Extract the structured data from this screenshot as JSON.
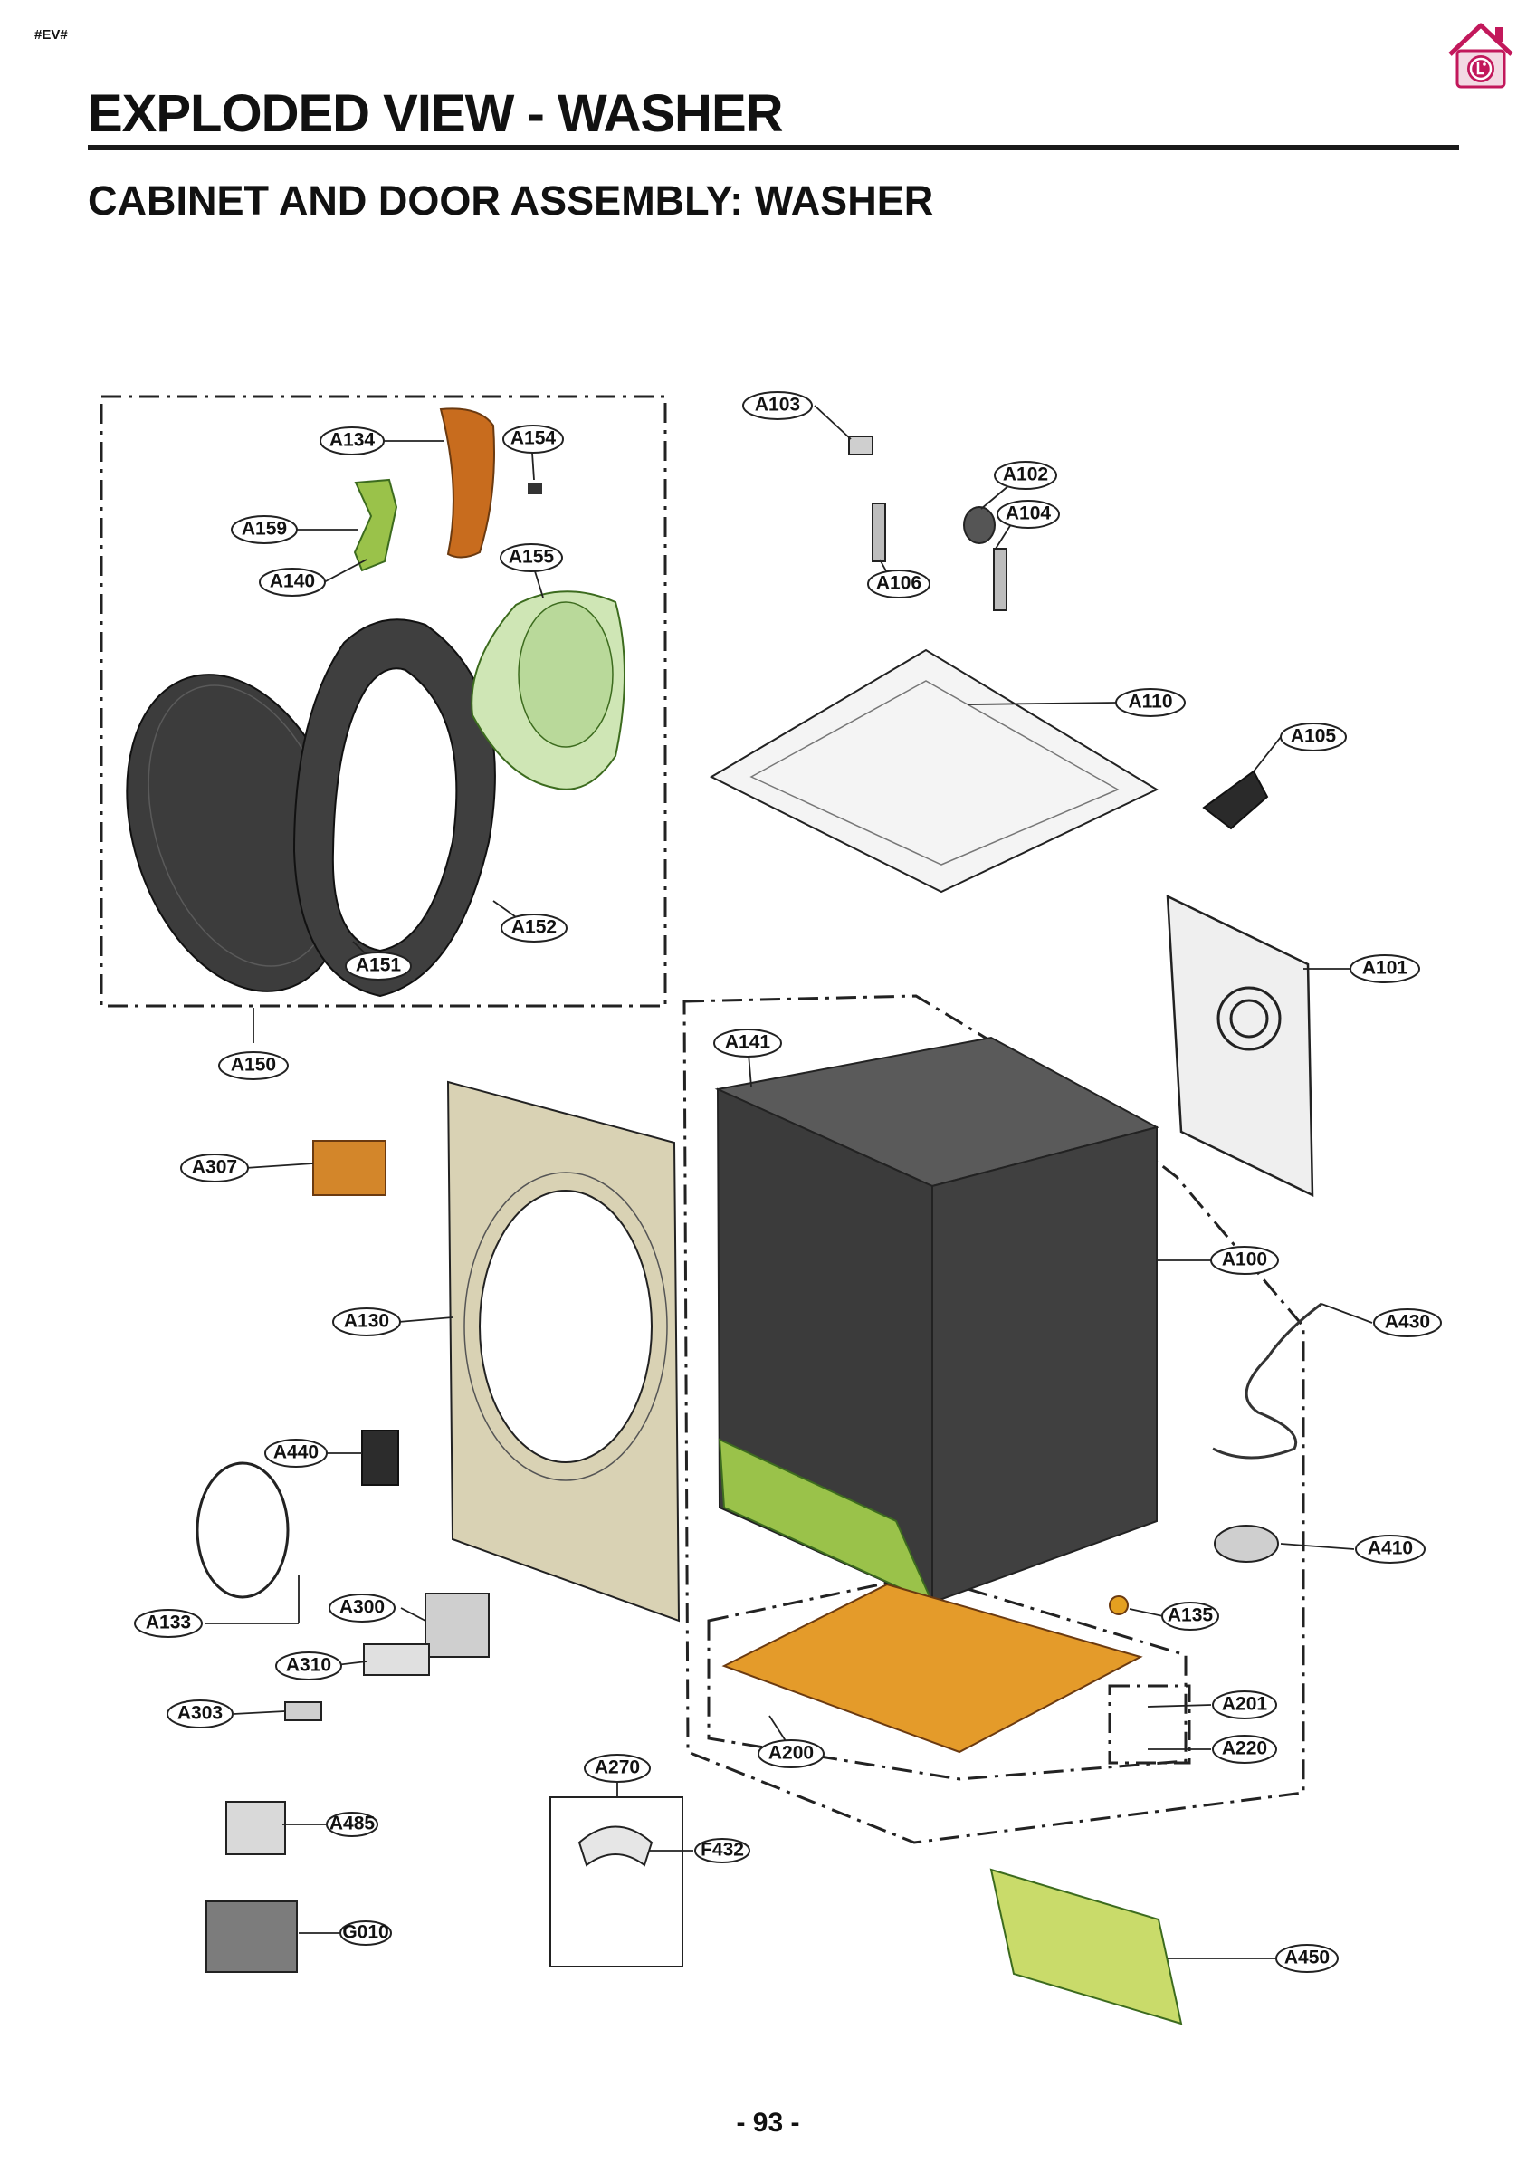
{
  "header": {
    "tag": "#EV#",
    "home_icon": "lg-home-icon",
    "accent_color": "#c2185b"
  },
  "title": "EXPLODED VIEW - WASHER",
  "subtitle": "CABINET AND DOOR ASSEMBLY: WASHER",
  "diagram": {
    "part_colors": {
      "door_glass": "#3c3c3c",
      "door_frame": "#3f3f3f",
      "door_bowl": "#cfe6b5",
      "handle_cover": "#c86c1e",
      "hinge": "#9ac24a",
      "front_panel": "#d9d2b4",
      "cabinet": "#3b3b3b",
      "base": "#e49b2a",
      "pcb": "#c9db6a"
    },
    "parts": {
      "A103": "A103",
      "A102": "A102",
      "A104": "A104",
      "A106": "A106",
      "A110": "A110",
      "A105": "A105",
      "A101": "A101",
      "A134": "A134",
      "A154": "A154",
      "A159": "A159",
      "A140": "A140",
      "A155": "A155",
      "A152": "A152",
      "A151": "A151",
      "A150": "A150",
      "A141": "A141",
      "A307": "A307",
      "A130": "A130",
      "A100": "A100",
      "A430": "A430",
      "A440": "A440",
      "A410": "A410",
      "A133": "A133",
      "A300": "A300",
      "A135": "A135",
      "A310": "A310",
      "A201": "A201",
      "A303": "A303",
      "A200": "A200",
      "A220": "A220",
      "A270": "A270",
      "A485": "A485",
      "F432": "F432",
      "G010": "G010",
      "A450": "A450"
    }
  },
  "page_number": "- 93 -"
}
